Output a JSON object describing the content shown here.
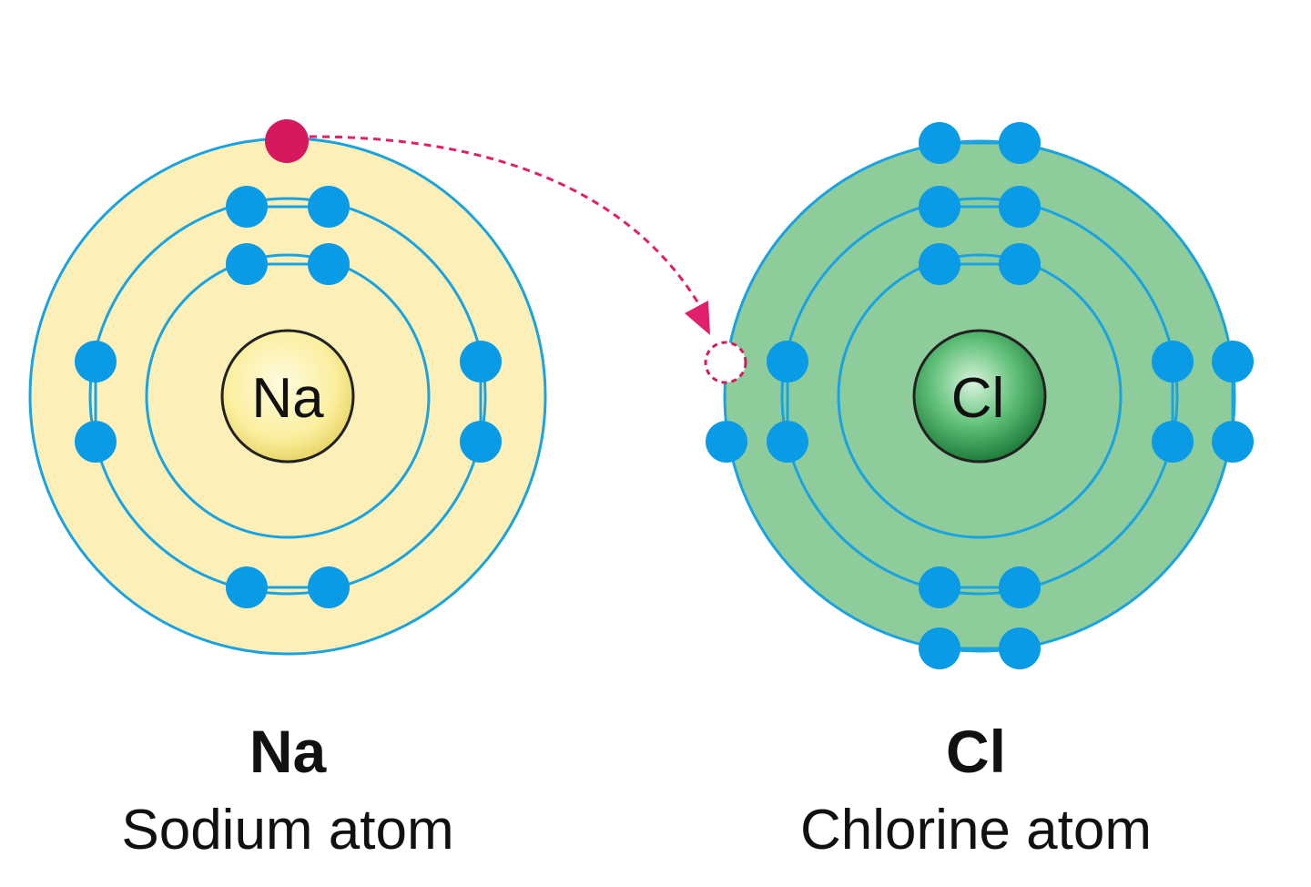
{
  "sodium": {
    "symbol": "Na",
    "nucleus_label": "Na",
    "name": "Sodium atom",
    "shells": [
      2,
      8,
      1
    ],
    "fill_color": "#fcf0b8",
    "nucleus_color": "#fbef9e"
  },
  "chlorine": {
    "symbol": "Cl",
    "nucleus_label": "Cl",
    "name": "Chlorine atom",
    "shells": [
      2,
      8,
      7
    ],
    "fill_color": "#8ecc9c",
    "nucleus_color": "#2f9a4e"
  },
  "colors": {
    "electron": "#0a9be6",
    "orbit": "#1aa3e0",
    "transferred_electron": "#d6195e",
    "arrow": "#e0206a"
  },
  "transfer": {
    "from": "sodium outer shell",
    "to": "chlorine outer shell vacancy"
  }
}
